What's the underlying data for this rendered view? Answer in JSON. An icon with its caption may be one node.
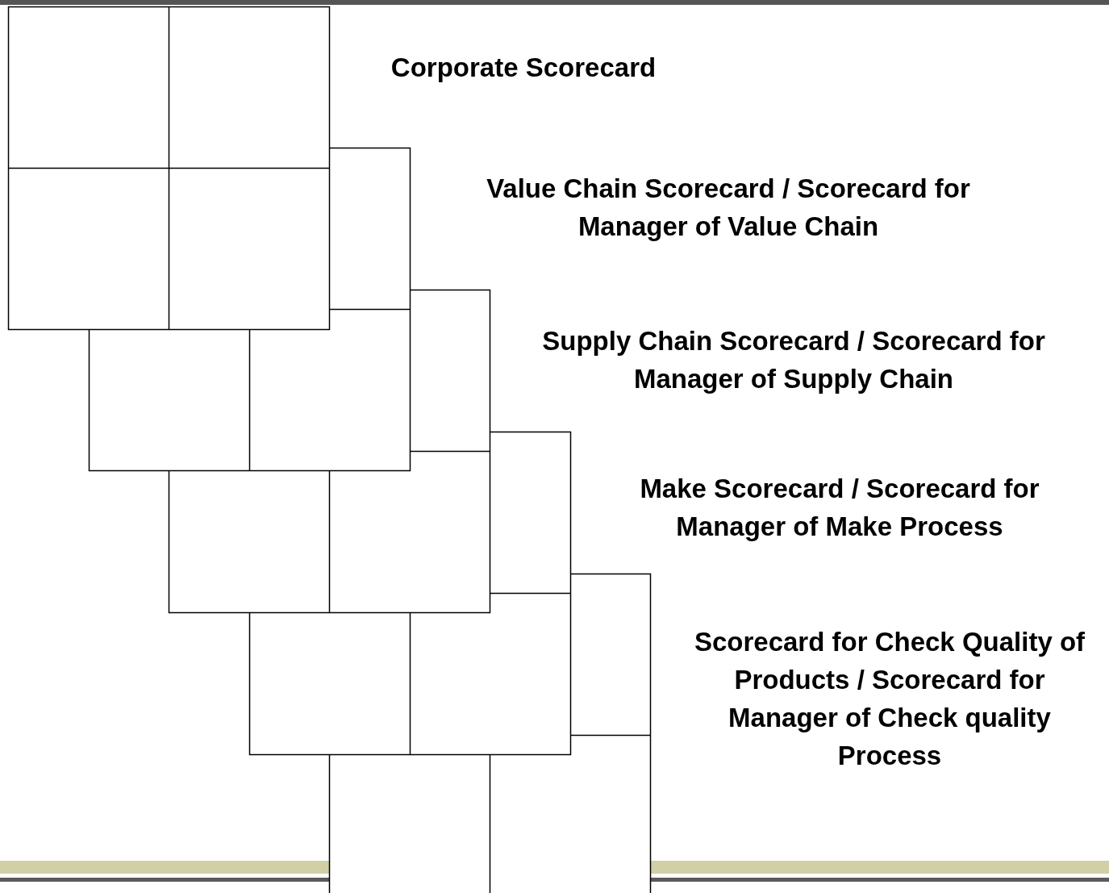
{
  "diagram": {
    "labels": [
      "Corporate Scorecard",
      "Value Chain Scorecard / Scorecard for Manager of Value Chain",
      "Supply Chain Scorecard / Scorecard for Manager of Supply Chain",
      "Make Scorecard / Scorecard for Manager of Make Process",
      "Scorecard for Check Quality of Products / Scorecard for Manager of Check quality Process"
    ]
  }
}
